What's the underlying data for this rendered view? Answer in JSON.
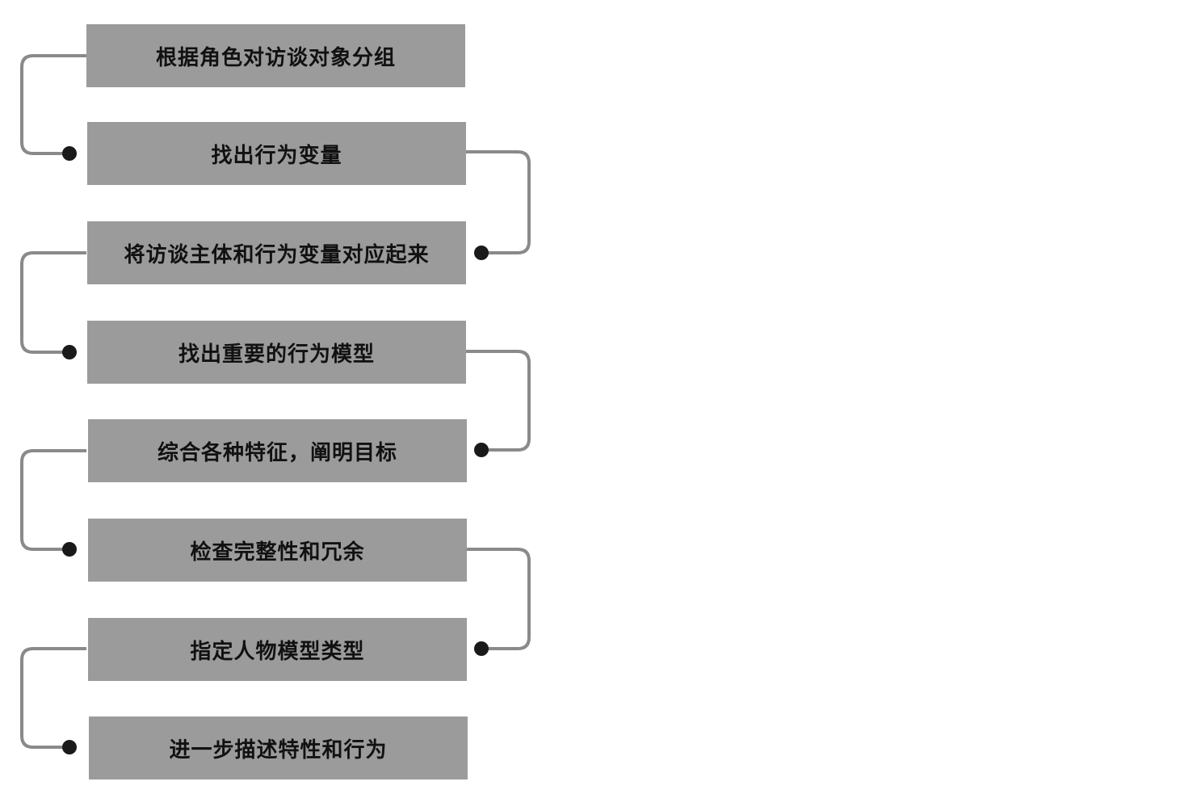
{
  "steps": [
    {
      "label": "根据角色对访谈对象分组"
    },
    {
      "label": "找出行为变量"
    },
    {
      "label": "将访谈主体和行为变量对应起来"
    },
    {
      "label": "找出重要的行为模型"
    },
    {
      "label": "综合各种特征，阐明目标"
    },
    {
      "label": "检查完整性和冗余"
    },
    {
      "label": "指定人物模型类型"
    },
    {
      "label": "进一步描述特性和行为"
    }
  ],
  "colors": {
    "box_fill": "#9b9b9b",
    "connector": "#8a8a8a",
    "dot": "#1a1a1a",
    "text": "#111111"
  }
}
